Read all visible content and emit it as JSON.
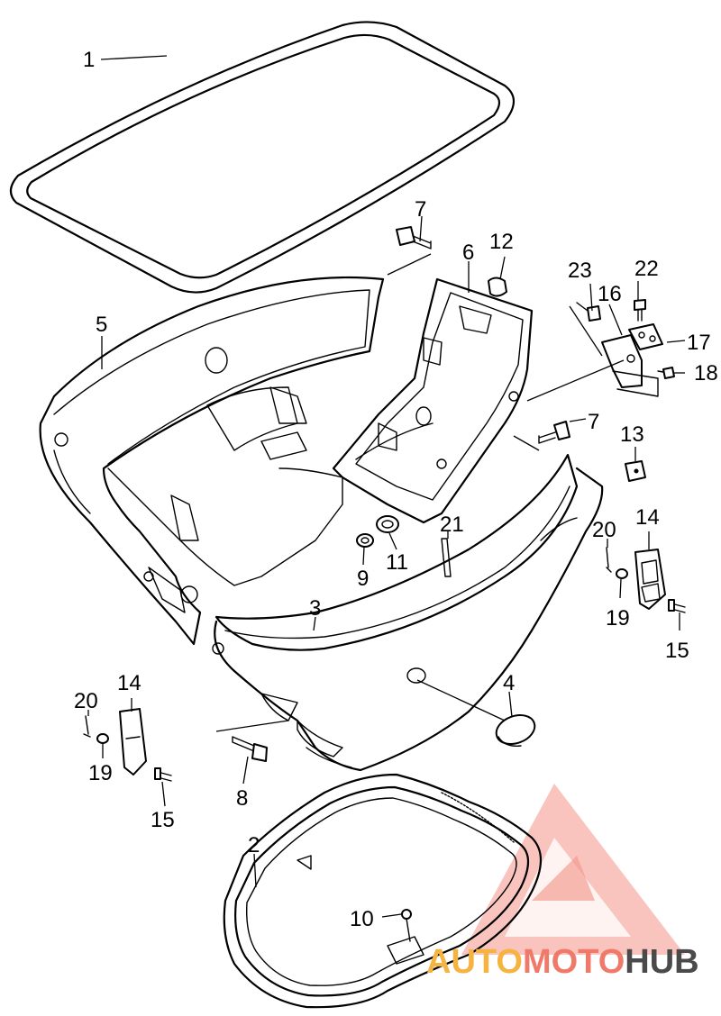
{
  "labels": {
    "l1": "1",
    "l2": "2",
    "l3": "3",
    "l4": "4",
    "l5": "5",
    "l6": "6",
    "l7a": "7",
    "l7b": "7",
    "l8": "8",
    "l9": "9",
    "l10": "10",
    "l11": "11",
    "l12": "12",
    "l13": "13",
    "l14a": "14",
    "l14b": "14",
    "l15a": "15",
    "l15b": "15",
    "l16": "16",
    "l17": "17",
    "l18": "18",
    "l19a": "19",
    "l19b": "19",
    "l20a": "20",
    "l20b": "20",
    "l21": "21",
    "l22": "22",
    "l23": "23"
  },
  "watermark": {
    "part1": "AUTO",
    "part2": "MOTO",
    "part3": "HUB",
    "colors": {
      "auto": "#f5b342",
      "moto": "#f07a6a",
      "hub": "#4a4a4a",
      "logo": "#f27f72"
    }
  }
}
